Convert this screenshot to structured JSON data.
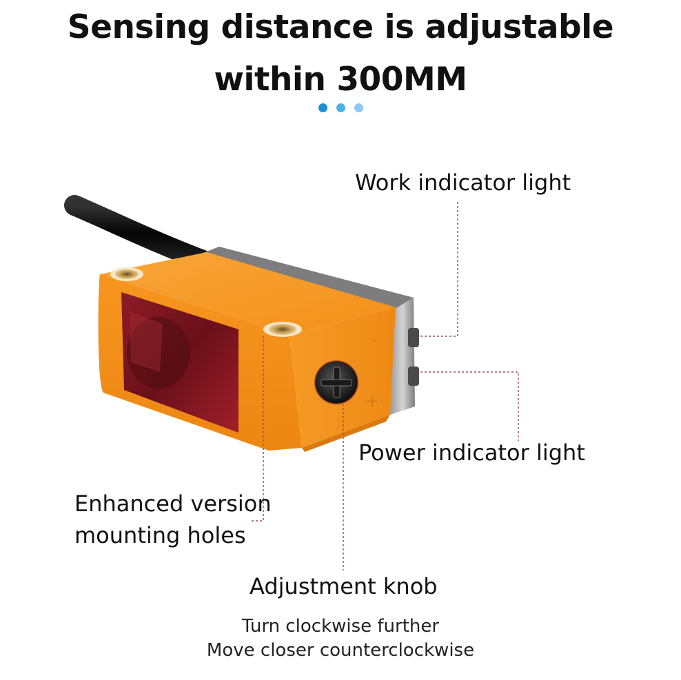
{
  "title": {
    "line1": "Sensing distance is adjustable",
    "line2": "within 300MM"
  },
  "dots": [
    "#1e8fd6",
    "#4fb0e8",
    "#8ccbf0"
  ],
  "colors": {
    "housing": "#f7941d",
    "housing_dark": "#d9780d",
    "lens": "#7a1620",
    "leader_line": "#9b5060"
  },
  "labels": {
    "work_indicator": "Work indicator light",
    "power_indicator": "Power indicator light",
    "mounting_line1": "Enhanced version",
    "mounting_line2": "mounting holes",
    "adjustment_knob": "Adjustment knob",
    "knob_note_line1": "Turn clockwise further",
    "knob_note_line2": "Move closer counterclockwise"
  },
  "housing_marks": {
    "minus": "–",
    "plus": "+"
  }
}
